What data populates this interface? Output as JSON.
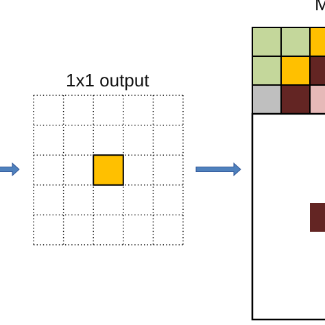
{
  "output_panel": {
    "title": "1x1 output",
    "grid_rows": 5,
    "grid_cols": 5,
    "highlight_cell": {
      "row": 2,
      "col": 2
    },
    "highlight_color": "#FFC000",
    "grid_line_color": "#000000",
    "grid_line_style": "dotted"
  },
  "right_panel": {
    "title_partial": "M",
    "visible_cells": [
      [
        "#C4D79B",
        "#C4D79B",
        "#FFC000"
      ],
      [
        "#C4D79B",
        "#FFC000",
        "#632523"
      ],
      [
        "#BFBFBF",
        "#632523",
        "#E6B9B8"
      ]
    ],
    "center_cell_color": "#632523",
    "border_color": "#000000"
  },
  "arrows": {
    "fill_color": "#4F81BD",
    "stroke_color": "#2F5597"
  }
}
